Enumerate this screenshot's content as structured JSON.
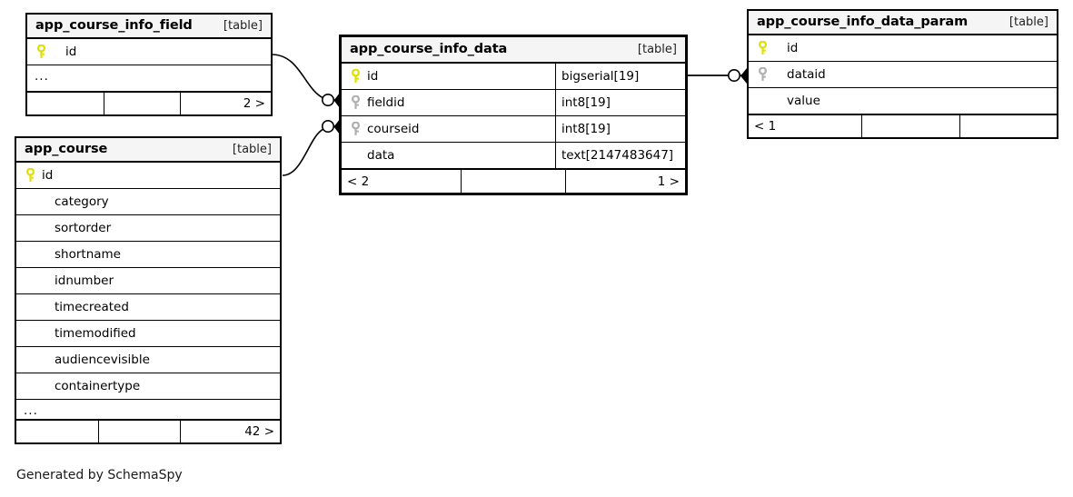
{
  "diagram": {
    "credit": "Generated by SchemaSpy",
    "table_tag": "[table]",
    "ellipsis": "...",
    "colors": {
      "primary_key": "#e8e800",
      "foreign_key": "#b3b3b3",
      "border": "#000000",
      "header_bg": "#f5f5f5",
      "background": "#ffffff"
    }
  },
  "tables": {
    "course_info_field": {
      "name": "app_course_info_field",
      "tag": "[table]",
      "columns": [
        {
          "key": "primary-key",
          "name": "id",
          "type": ""
        }
      ],
      "has_ellipsis": true,
      "footer": {
        "left": "",
        "middle": "",
        "right": "2 >"
      }
    },
    "course": {
      "name": "app_course",
      "tag": "[table]",
      "columns": [
        {
          "key": "primary-key",
          "name": "id",
          "type": ""
        },
        {
          "key": "none",
          "name": "category",
          "type": ""
        },
        {
          "key": "none",
          "name": "sortorder",
          "type": ""
        },
        {
          "key": "none",
          "name": "shortname",
          "type": ""
        },
        {
          "key": "none",
          "name": "idnumber",
          "type": ""
        },
        {
          "key": "none",
          "name": "timecreated",
          "type": ""
        },
        {
          "key": "none",
          "name": "timemodified",
          "type": ""
        },
        {
          "key": "none",
          "name": "audiencevisible",
          "type": ""
        },
        {
          "key": "none",
          "name": "containertype",
          "type": ""
        }
      ],
      "has_ellipsis": true,
      "footer": {
        "left": "",
        "middle": "",
        "right": "42 >"
      }
    },
    "course_info_data": {
      "name": "app_course_info_data",
      "tag": "[table]",
      "columns": [
        {
          "key": "primary-key",
          "name": "id",
          "type": "bigserial[19]"
        },
        {
          "key": "foreign-key",
          "name": "fieldid",
          "type": "int8[19]"
        },
        {
          "key": "foreign-key",
          "name": "courseid",
          "type": "int8[19]"
        },
        {
          "key": "none",
          "name": "data",
          "type": "text[2147483647]"
        }
      ],
      "has_ellipsis": false,
      "footer": {
        "left": "< 2",
        "middle": "",
        "right": "1 >"
      }
    },
    "course_info_data_param": {
      "name": "app_course_info_data_param",
      "tag": "[table]",
      "columns": [
        {
          "key": "primary-key",
          "name": "id",
          "type": ""
        },
        {
          "key": "foreign-key",
          "name": "dataid",
          "type": ""
        },
        {
          "key": "none",
          "name": "value",
          "type": ""
        }
      ],
      "has_ellipsis": false,
      "footer": {
        "left": "< 1",
        "middle": "",
        "right": ""
      }
    }
  },
  "relationships": [
    {
      "name": "field-to-data",
      "from": "app_course_info_field.id",
      "to": "app_course_info_data.fieldid",
      "notation": "zero-or-many"
    },
    {
      "name": "course-to-data",
      "from": "app_course.id",
      "to": "app_course_info_data.courseid",
      "notation": "zero-or-many"
    },
    {
      "name": "data-to-param",
      "from": "app_course_info_data.id",
      "to": "app_course_info_data_param.dataid",
      "notation": "zero-or-many"
    }
  ]
}
